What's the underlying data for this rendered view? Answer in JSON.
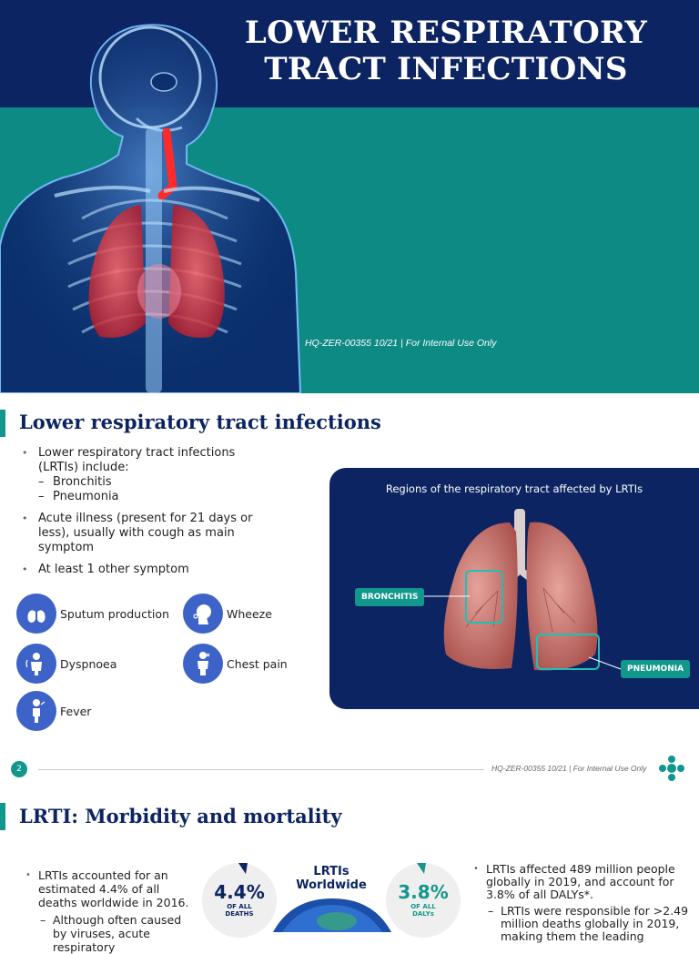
{
  "cover": {
    "title_line1": "LOWER RESPIRATORY",
    "title_line2": "TRACT INFECTIONS",
    "code": "HQ-ZER-00355 10/21 | For Internal Use Only"
  },
  "slide2": {
    "title": "Lower respiratory tract infections",
    "bullet1": "Lower respiratory tract infections (LRTIs) include:",
    "bullet1_sub1": "Bronchitis",
    "bullet1_sub2": "Pneumonia",
    "bullet2": "Acute illness (present for 21 days or less), usually with cough as main symptom",
    "bullet3": "At least 1 other symptom",
    "symptoms": {
      "sputum": "Sputum production",
      "wheeze": "Wheeze",
      "dyspnoea": "Dyspnoea",
      "chest_pain": "Chest pain",
      "fever": "Fever"
    },
    "panel_title": "Regions of the respiratory tract affected by LRTIs",
    "tag_bronchitis": "BRONCHITIS",
    "tag_pneumonia": "PNEUMONIA",
    "page_number": "2",
    "footer_code": "HQ-ZER-00355 10/21 | For Internal Use Only"
  },
  "slide3": {
    "title": "LRTI: Morbidity and mortality",
    "left_bullet": "LRTIs accounted for an estimated 4.4% of all deaths worldwide in 2016.",
    "left_sub": "Although often caused by viruses, acute respiratory",
    "stat1_value": "4.4%",
    "stat1_label1": "OF ALL",
    "stat1_label2": "DEATHS",
    "world_title1": "LRTIs",
    "world_title2": "Worldwide",
    "stat2_value": "3.8%",
    "stat2_label1": "OF ALL",
    "stat2_label2": "DALYs",
    "right_bullet": "LRTIs affected 489 million people globally in 2019, and account for 3.8% of all DALYs*.",
    "right_sub": "LRTIs were responsible for >2.49 million deaths globally in 2019, making them the leading"
  },
  "colors": {
    "navy": "#0c2461",
    "teal": "#0d8a84",
    "accent": "#12978c",
    "icon_blue": "#3d63c9"
  }
}
